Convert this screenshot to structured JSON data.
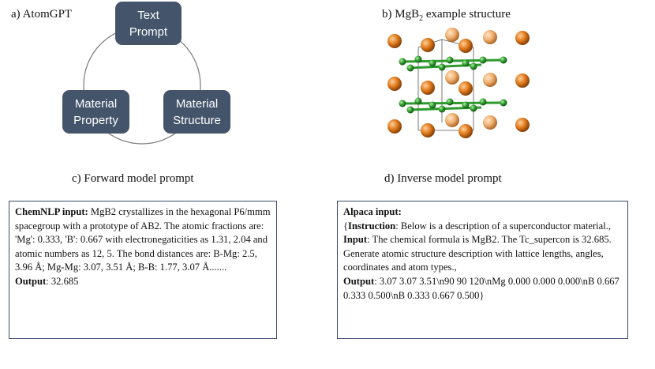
{
  "panel_a": {
    "label": "a) AtomGPT",
    "nodes": [
      {
        "line1": "Text",
        "line2": "Prompt"
      },
      {
        "line1": "Material",
        "line2": "Property"
      },
      {
        "line1": "Material",
        "line2": "Structure"
      }
    ]
  },
  "panel_b": {
    "label_prefix": "b) MgB",
    "label_sub": "2",
    "label_suffix": " example structure"
  },
  "panel_c": {
    "label": "c) Forward model prompt",
    "input_label": "ChemNLP input:",
    "input_text": " MgB2 crystallizes in the hexagonal P6/mmm spacegroup with a prototype of AB2. The atomic fractions are: 'Mg': 0.333, 'B': 0.667 with electronegaticities as 1.31, 2.04 and atomic numbers as 12, 5. The bond distances are: B-Mg: 2.5, 3.96 Å; Mg-Mg: 3.07, 3.51 Å; B-B: 1.77, 3.07 Å.......",
    "output_label": "Output",
    "output_text": ": 32.685"
  },
  "panel_d": {
    "label": "d) Inverse model prompt",
    "header": "Alpaca input:",
    "brace_open": "{",
    "instruction_label": "Instruction",
    "instruction_text": ": Below is a description of a superconductor material.,",
    "input_label": "Input",
    "input_text": ": The chemical formula is MgB2. The Tc_supercon is 32.685. Generate atomic structure description with lattice lengths, angles, coordinates and atom types.,",
    "output_label": "Output",
    "output_text": ": 3.07 3.07 3.51\\n90 90 120\\nMg 0.000 0.000 0.000\\nB 0.667 0.333 0.500\\nB 0.333 0.667 0.500}"
  },
  "colors": {
    "node_fill": "#44546a",
    "mg_atom": "#e07a1c",
    "b_atom": "#2e9a2e",
    "box_border": "#3b4a6b"
  }
}
